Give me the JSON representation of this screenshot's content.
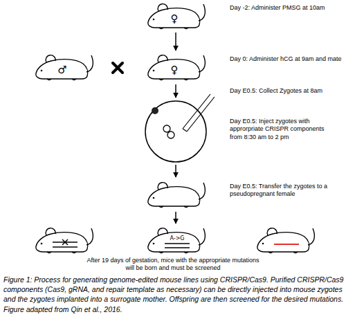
{
  "diagram": {
    "caption": "Figure 1: Process for generating genome-edited mouse lines using CRISPR/Cas9. Purified CRISPR/Cas9 components (Cas9, gRNA, and repair template as necessary) can be directly injected into mouse zygotes and the zygotes implanted into a surrogate mother. Offspring are then screened for the desired mutations. Figure adapted from Qin et al., 2016.",
    "nodes": [
      {
        "text": [
          "♀"
        ]
      },
      {
        "text": [
          "♂"
        ]
      },
      {
        "text": [
          "♀"
        ]
      },
      {
        "text": [
          "A->G"
        ]
      }
    ],
    "edges": [
      {
        "from": 0,
        "to": 2,
        "arrow": "to"
      }
    ],
    "labels": [
      "Day -2: Administer PMSG at 10am",
      "Day 0: Administer hCG at 9am and mate",
      "Day E0.5: Collect Zygotes at 8am",
      "Day E0.5: Inject zygotes with approrpriate CRISPR components from 8:30 am to 2 pm",
      "Day E0.5: Transfer the zygotes to a pseudopregnant female",
      "After 19 days of gestation, mice with the appropriate mutations will be born and must be screened"
    ]
  }
}
